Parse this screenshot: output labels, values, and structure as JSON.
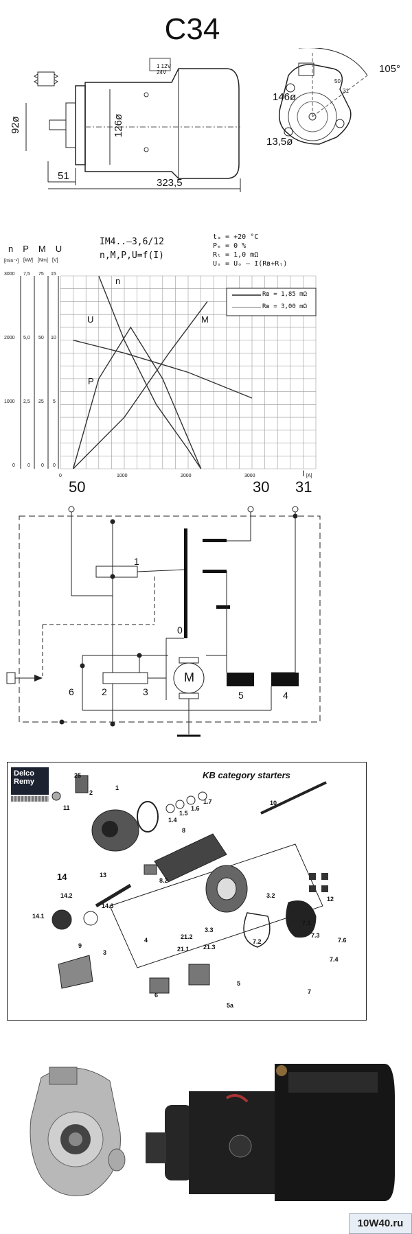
{
  "title": "C34",
  "dimensions": {
    "pinion_diameter": "92ø",
    "body_diameter": "126ø",
    "flange_offset": "51",
    "total_length": "323,5",
    "bolt_circle": "146ø",
    "hole_diameter": "13,5ø",
    "angle": "105°",
    "rear_label_a": "50",
    "rear_label_b": "31",
    "side_label_a": "1 12V",
    "side_label_b": "24V"
  },
  "graph": {
    "axis_symbols": [
      "n",
      "P",
      "M",
      "U"
    ],
    "axis_units": [
      "[min⁻¹]",
      "[kW]",
      "[Nm]",
      "[V]"
    ],
    "n_ticks": [
      "3000",
      "2000",
      "1000",
      "0"
    ],
    "p_ticks": [
      "7,5",
      "5,0",
      "2,5",
      "0"
    ],
    "m_ticks": [
      "75",
      "50",
      "25",
      "0"
    ],
    "u_ticks": [
      "15",
      "10",
      "5",
      "0"
    ],
    "x_ticks": [
      "0",
      "1000",
      "2000",
      "3000"
    ],
    "x_label": "I",
    "x_unit": "[A]",
    "model_text": "IM4..–3,6/12",
    "func_text": "n,M,P,U=f(I)",
    "cond1": "tₐ = +20 °C",
    "cond2": "Pₑ = 0 %",
    "cond3": "Rₗ = 1,0 mΩ",
    "cond4": "Uₛ = Uₒ – I(Rʙ+Rₗ)",
    "legend": [
      "Rʙ = 1,85 mΩ",
      "Rʙ = 3,00 mΩ"
    ],
    "curve_labels": [
      "n",
      "U",
      "M",
      "P"
    ],
    "terminals": [
      "50",
      "30",
      "31"
    ]
  },
  "chart_data": {
    "type": "line",
    "xlabel": "I",
    "xunit": "[A]",
    "xlim": [
      0,
      4000
    ],
    "series": [
      {
        "name": "n",
        "x": [
          600,
          1000,
          1500,
          2000,
          2200
        ],
        "y": [
          3000,
          2000,
          1000,
          300,
          0
        ]
      },
      {
        "name": "U",
        "x": [
          200,
          1000,
          2000,
          3000
        ],
        "y": [
          10,
          9,
          7.5,
          5.5
        ]
      },
      {
        "name": "M",
        "x": [
          200,
          1000,
          1700,
          2300
        ],
        "y": [
          0,
          20,
          45,
          65
        ]
      },
      {
        "name": "P",
        "x": [
          200,
          600,
          1100,
          1600,
          2200
        ],
        "y": [
          0,
          3.5,
          5.5,
          3.5,
          0
        ]
      }
    ]
  },
  "circuit": {
    "labels": [
      "1",
      "0",
      "2",
      "3",
      "6",
      "5",
      "4",
      "M"
    ]
  },
  "parts": {
    "logo_line1": "Delco",
    "logo_line2": "Remy",
    "heading": "KB category starters",
    "callouts": [
      "25",
      "2",
      "11",
      "1",
      "1.4",
      "1.5",
      "1.6",
      "1.7",
      "10",
      "8",
      "8.2",
      "13",
      "14",
      "14.2",
      "14.3",
      "14.1",
      "3.2",
      "12",
      "7.1",
      "7.3",
      "7.6",
      "7.2",
      "7.4",
      "7",
      "3.3",
      "21.3",
      "21.1",
      "21.2",
      "4",
      "3",
      "9",
      "6",
      "5",
      "5a"
    ]
  },
  "watermark": "10W40.ru"
}
